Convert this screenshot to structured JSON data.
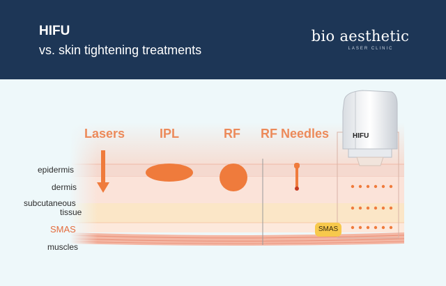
{
  "header": {
    "title": "HIFU",
    "subtitle": "vs. skin tightening treatments",
    "logo_text": "bio aesthetic",
    "logo_subtext": "LASER CLINIC",
    "background_color": "#1d3656"
  },
  "treatments": [
    {
      "label": "Lasers"
    },
    {
      "label": "IPL"
    },
    {
      "label": "RF"
    },
    {
      "label": "RF Needles"
    }
  ],
  "device": {
    "label": "HIFU"
  },
  "layers": {
    "epidermis": "epidermis",
    "dermis": "dermis",
    "subcutaneous": "subcutaneous",
    "tissue": "tissue",
    "smas": "SMAS",
    "muscles": "muscles"
  },
  "smas_badge": "SMAS",
  "colors": {
    "accent": "#ec8a5a",
    "shape": "#ef7b3c",
    "smas_badge": "#f7c94c"
  }
}
